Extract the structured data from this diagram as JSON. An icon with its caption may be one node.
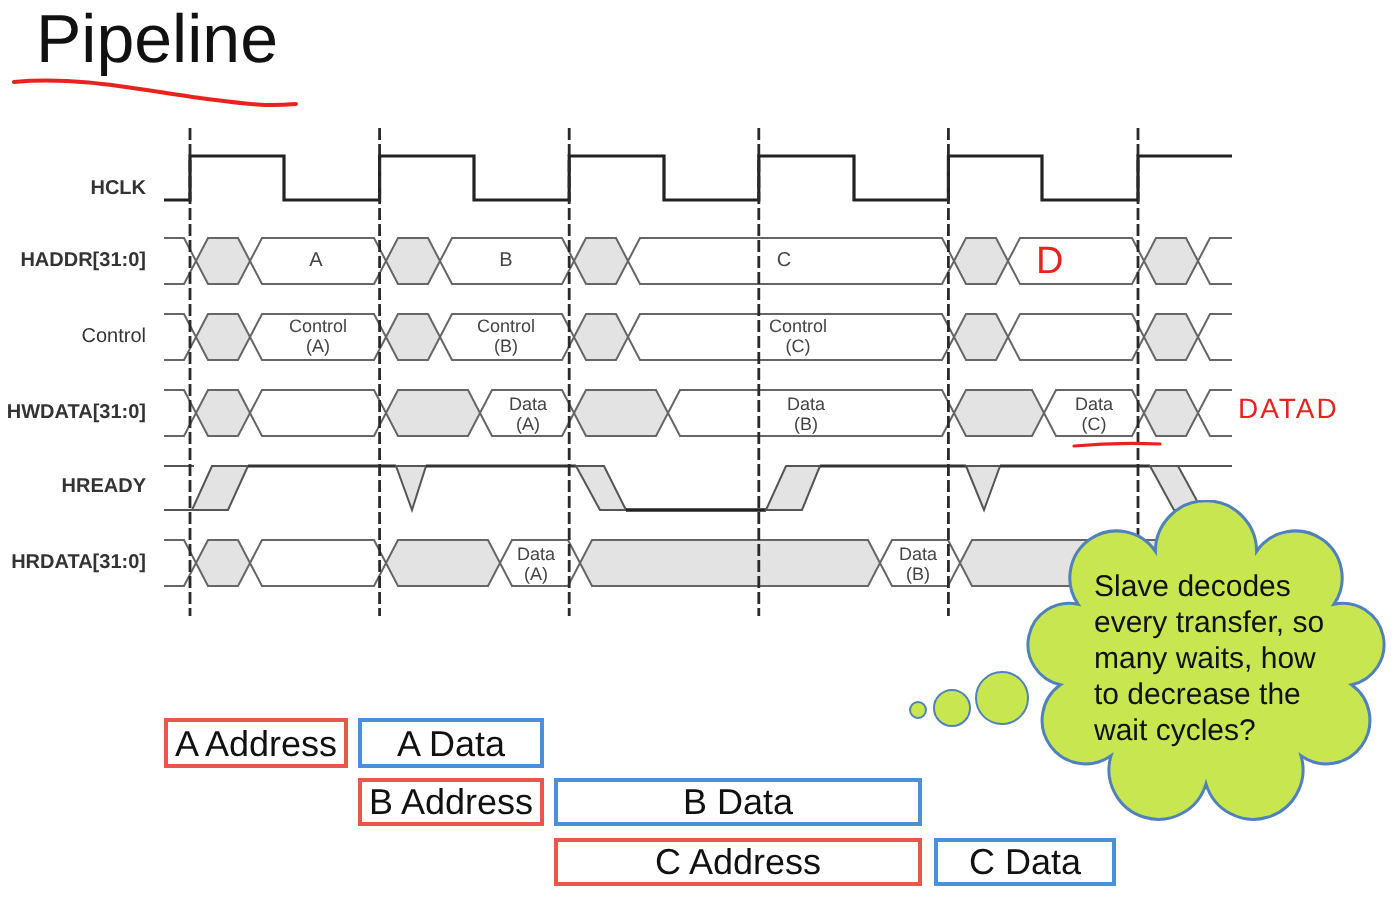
{
  "diagram": {
    "title": "Pipeline",
    "nodes": [
      {
        "text": [
          "Slave decodes every transfer, so many waits, how to decrease the wait cycles?"
        ]
      },
      {
        "text": [
          "A Address"
        ]
      },
      {
        "text": [
          "A Data"
        ]
      },
      {
        "text": [
          "B Address"
        ]
      },
      {
        "text": [
          "B Data"
        ]
      },
      {
        "text": [
          "C Address"
        ]
      },
      {
        "text": [
          "C Data"
        ]
      }
    ],
    "labels": [
      "HCLK",
      "HADDR[31:0]",
      "A",
      "B",
      "C",
      "D",
      "Control",
      "Control (A)",
      "Control (B)",
      "Control (C)",
      "HWDATA[31:0]",
      "Data (A)",
      "Data (B)",
      "Data (C)",
      "DATAD",
      "HREADY",
      "HRDATA[31:0]",
      "Data (A)",
      "Data (B)"
    ]
  }
}
